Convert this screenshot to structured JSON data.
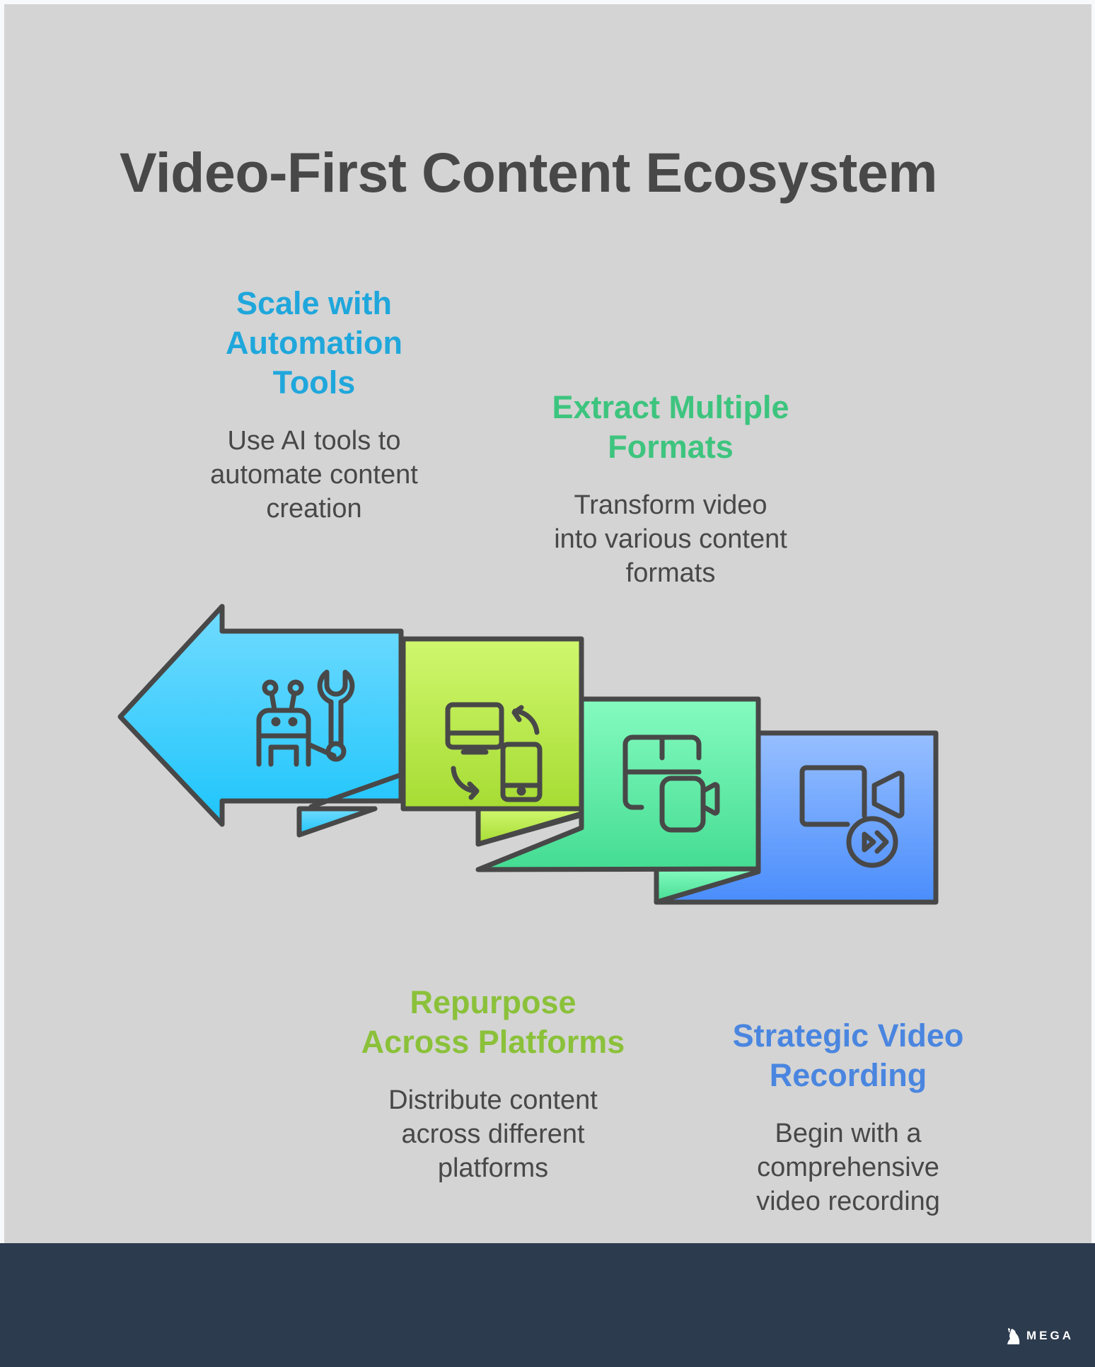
{
  "title": "Video-First Content Ecosystem",
  "steps": [
    {
      "id": "scale",
      "heading": "Scale with\nAutomation\nTools",
      "body": "Use AI tools to\nautomate content\ncreation",
      "color": "#1fa7dc",
      "icon": "robot-wrench-icon",
      "fill_top": "#72dbff",
      "fill_bottom": "#1ec5fb"
    },
    {
      "id": "repurpose",
      "heading": "Repurpose\nAcross Platforms",
      "body": "Distribute content\nacross different\nplatforms",
      "color": "#8bc13a",
      "icon": "devices-sync-icon",
      "fill_top": "#d0f76e",
      "fill_bottom": "#a6dc33"
    },
    {
      "id": "extract",
      "heading": "Extract Multiple\nFormats",
      "body": "Transform video\ninto various content\nformats",
      "color": "#3dc47e",
      "icon": "layout-video-icon",
      "fill_top": "#85fbc0",
      "fill_bottom": "#44dc92"
    },
    {
      "id": "strategic",
      "heading": "Strategic Video\nRecording",
      "body": "Begin with a\ncomprehensive\nvideo recording",
      "color": "#4a86e0",
      "icon": "video-forward-icon",
      "fill_top": "#97bfff",
      "fill_bottom": "#4a8dfc"
    }
  ],
  "outline_color": "#484848",
  "footer": {
    "brand": "MEGA",
    "background": "#2c3b4e"
  }
}
